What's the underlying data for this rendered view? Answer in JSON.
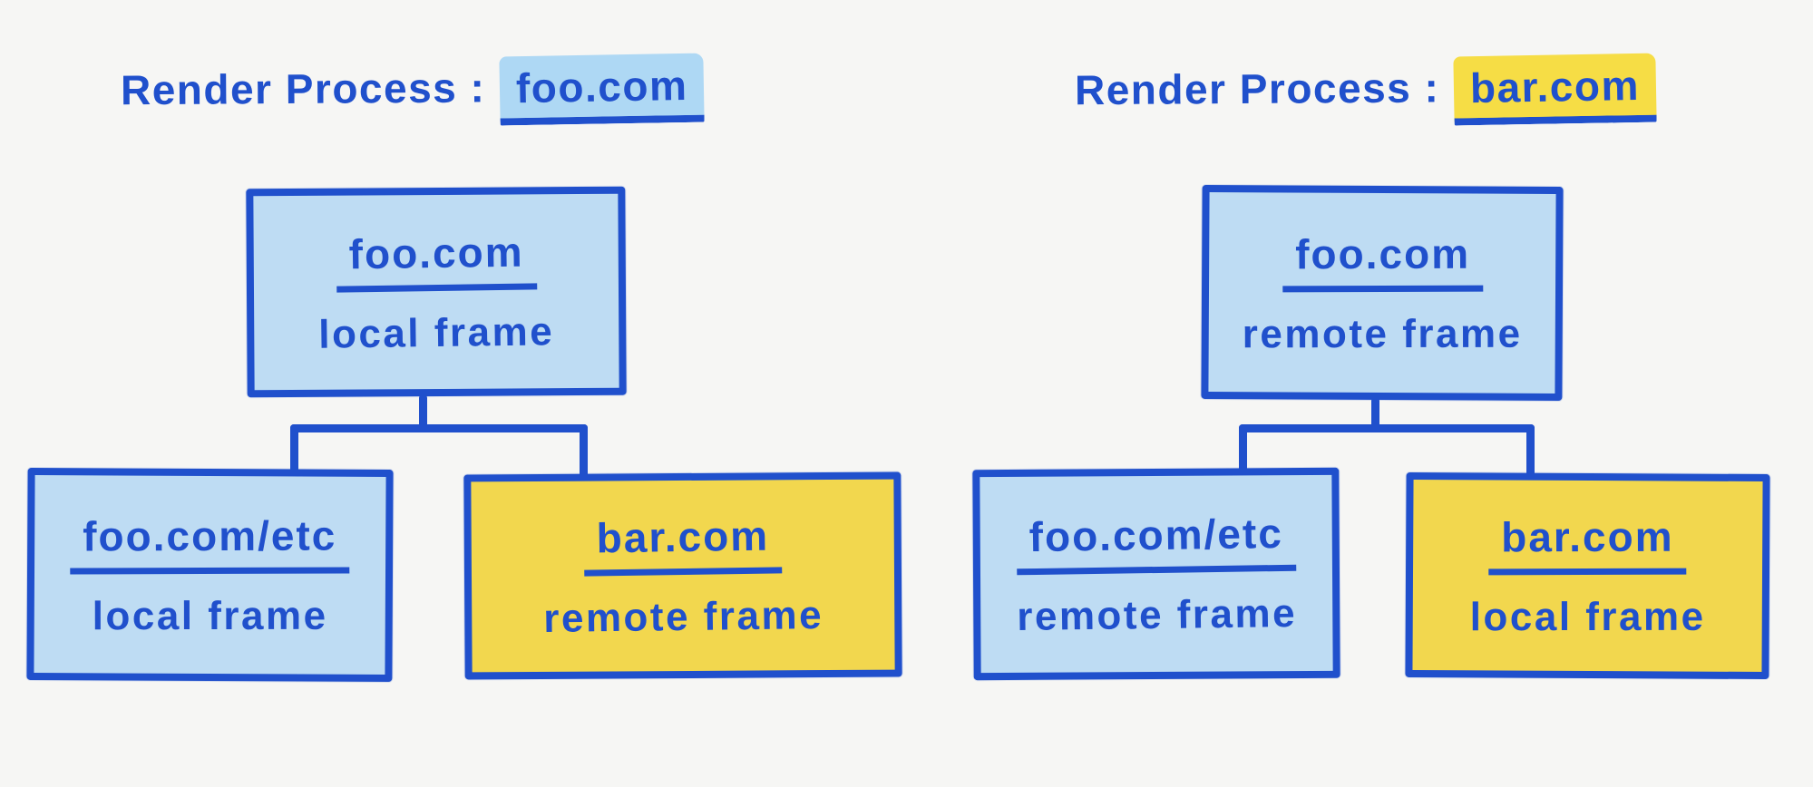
{
  "colors": {
    "bg": "#f6f6f4",
    "ink": "#2050cc",
    "light_blue": "#bedcf3",
    "blue_highlight": "#aed8f4",
    "yellow": "#f2d74e",
    "yellow_highlight": "#f6dd45"
  },
  "trees": [
    {
      "title_prefix": "Render Process :",
      "title_domain": "foo.com",
      "title_highlight": "blue",
      "root": {
        "domain": "foo.com",
        "frame": "local frame",
        "fill": "blue"
      },
      "children": [
        {
          "domain": "foo.com/etc",
          "frame": "local frame",
          "fill": "blue"
        },
        {
          "domain": "bar.com",
          "frame": "remote frame",
          "fill": "yellow"
        }
      ]
    },
    {
      "title_prefix": "Render Process :",
      "title_domain": "bar.com",
      "title_highlight": "yellow",
      "root": {
        "domain": "foo.com",
        "frame": "remote frame",
        "fill": "blue"
      },
      "children": [
        {
          "domain": "foo.com/etc",
          "frame": "remote frame",
          "fill": "blue"
        },
        {
          "domain": "bar.com",
          "frame": "local frame",
          "fill": "yellow"
        }
      ]
    }
  ]
}
